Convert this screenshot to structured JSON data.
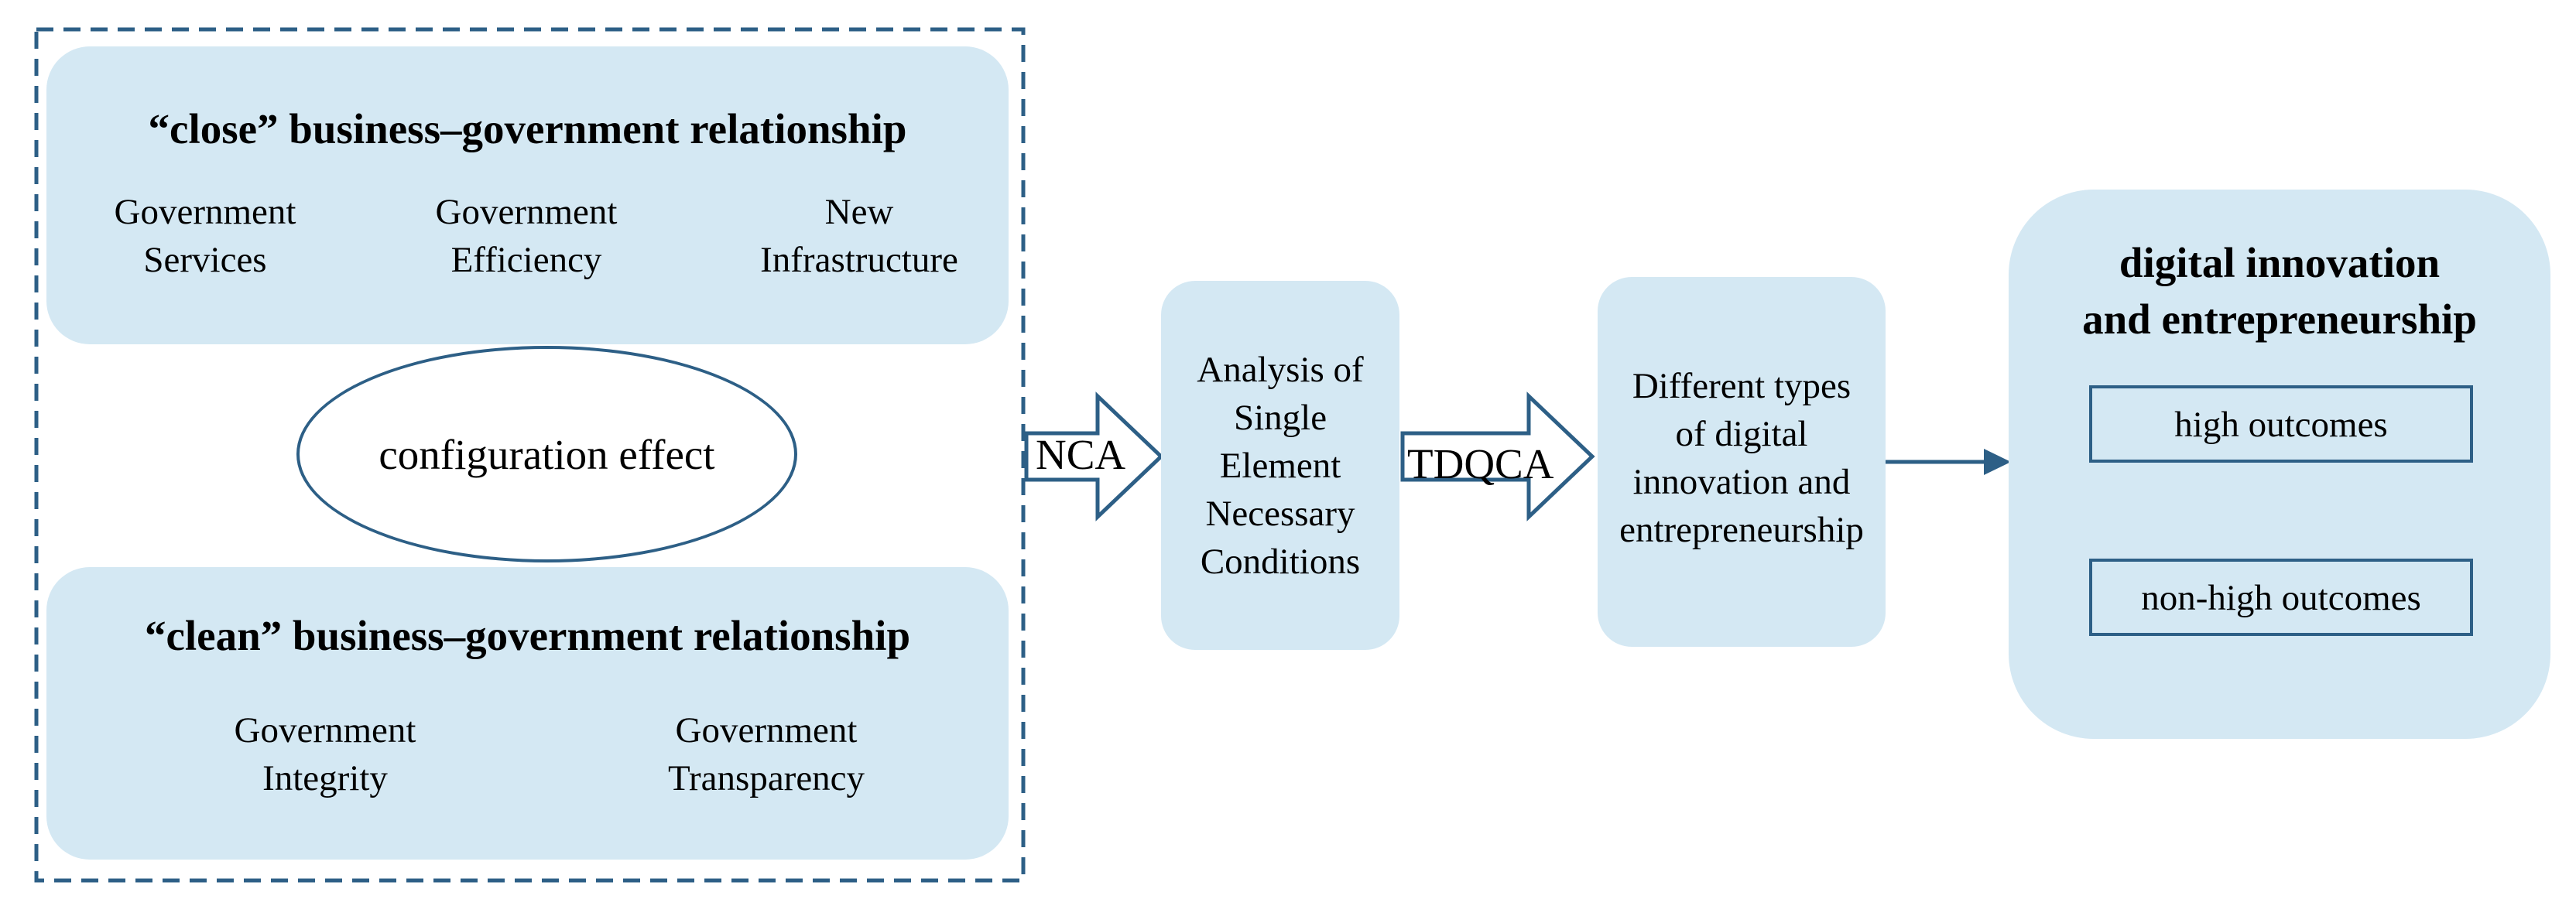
{
  "close_relationship": {
    "title": "“close” business–government relationship",
    "factors": [
      {
        "line1": "Government",
        "line2": "Services"
      },
      {
        "line1": "Government",
        "line2": "Efficiency"
      },
      {
        "line1": "New",
        "line2": "Infrastructure"
      }
    ]
  },
  "configuration_effect": "configuration effect",
  "clean_relationship": {
    "title": "“clean” business–government relationship",
    "factors": [
      {
        "line1": "Government",
        "line2": "Integrity"
      },
      {
        "line1": "Government",
        "line2": "Transparency"
      }
    ]
  },
  "nca_label": "NCA",
  "nca_box": {
    "lines": [
      "Analysis of",
      "Single",
      "Element",
      "Necessary",
      "Conditions"
    ]
  },
  "tdqca_label": "TDQCA",
  "types_box": {
    "lines": [
      "Different types",
      "of digital",
      "innovation and",
      "entrepreneurship"
    ]
  },
  "outcome_box": {
    "title_line1": "digital innovation",
    "title_line2": "and entrepreneurship",
    "high": "high outcomes",
    "non_high": "non-high outcomes"
  },
  "colors": {
    "box_fill": "#d4e8f3",
    "stroke": "#2d5f86"
  }
}
